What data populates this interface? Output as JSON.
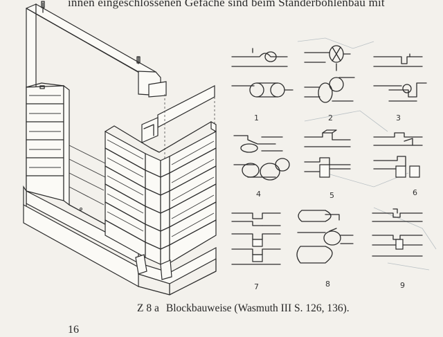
{
  "top_text": "innen eingeschlossenen Gefache sind beim Standerbohlenbau mit",
  "caption": {
    "figure_label": "Z 8 a",
    "text": "Blockbauweise (Wasmuth III S. 126, 136)."
  },
  "page_number": "16",
  "detail_labels": [
    "1",
    "2",
    "3",
    "4",
    "5",
    "6",
    "7",
    "8",
    "9"
  ]
}
